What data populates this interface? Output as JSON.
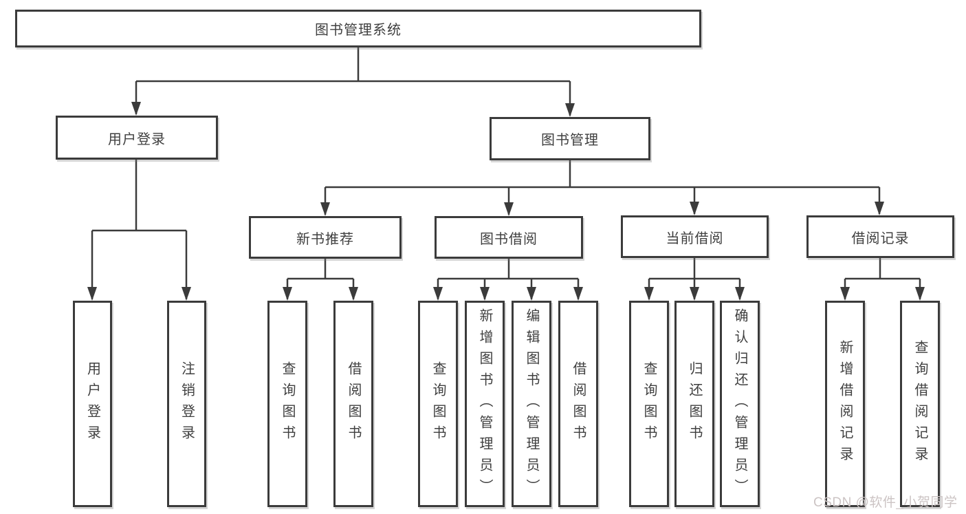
{
  "colors": {
    "line": "#3b3b3b",
    "text": "#3f3f3f",
    "watermark_color": "#ccc4c4",
    "background": "#ffffff"
  },
  "watermark": "CSDN @软件_小贺同学",
  "tree": {
    "label": "图书管理系统",
    "children": [
      {
        "label": "用户登录",
        "children": [
          {
            "label": "用户登录"
          },
          {
            "label": "注销登录"
          }
        ]
      },
      {
        "label": "图书管理",
        "children": [
          {
            "label": "新书推荐",
            "children": [
              {
                "label": "查询图书"
              },
              {
                "label": "借阅图书"
              }
            ]
          },
          {
            "label": "图书借阅",
            "children": [
              {
                "label": "查询图书"
              },
              {
                "label": "新增图书（管理员）"
              },
              {
                "label": "编辑图书（管理员）"
              },
              {
                "label": "借阅图书"
              }
            ]
          },
          {
            "label": "当前借阅",
            "children": [
              {
                "label": "查询图书"
              },
              {
                "label": "归还图书"
              },
              {
                "label": "确认归还（管理员）"
              }
            ]
          },
          {
            "label": "借阅记录",
            "children": [
              {
                "label": "新增借阅记录"
              },
              {
                "label": "查询借阅记录"
              }
            ]
          }
        ]
      }
    ]
  }
}
